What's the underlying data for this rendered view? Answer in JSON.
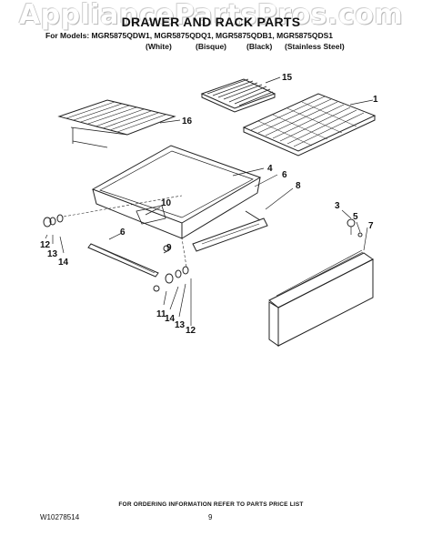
{
  "watermark": "AppliancePartsPros.com",
  "title": "DRAWER AND RACK PARTS",
  "models_line": "For Models: MGR5875QDW1, MGR5875QDQ1, MGR5875QDB1, MGR5875QDS1",
  "variants": [
    "(White)",
    "(Bisque)",
    "(Black)",
    "(Stainless Steel)"
  ],
  "callouts": [
    "15",
    "1",
    "16",
    "4",
    "6",
    "8",
    "10",
    "3",
    "5",
    "7",
    "6",
    "9",
    "12",
    "13",
    "14",
    "11",
    "14",
    "13",
    "12"
  ],
  "footer_note": "FOR ORDERING INFORMATION REFER TO PARTS PRICE LIST",
  "doc_id": "W10278514",
  "page_number": "9"
}
